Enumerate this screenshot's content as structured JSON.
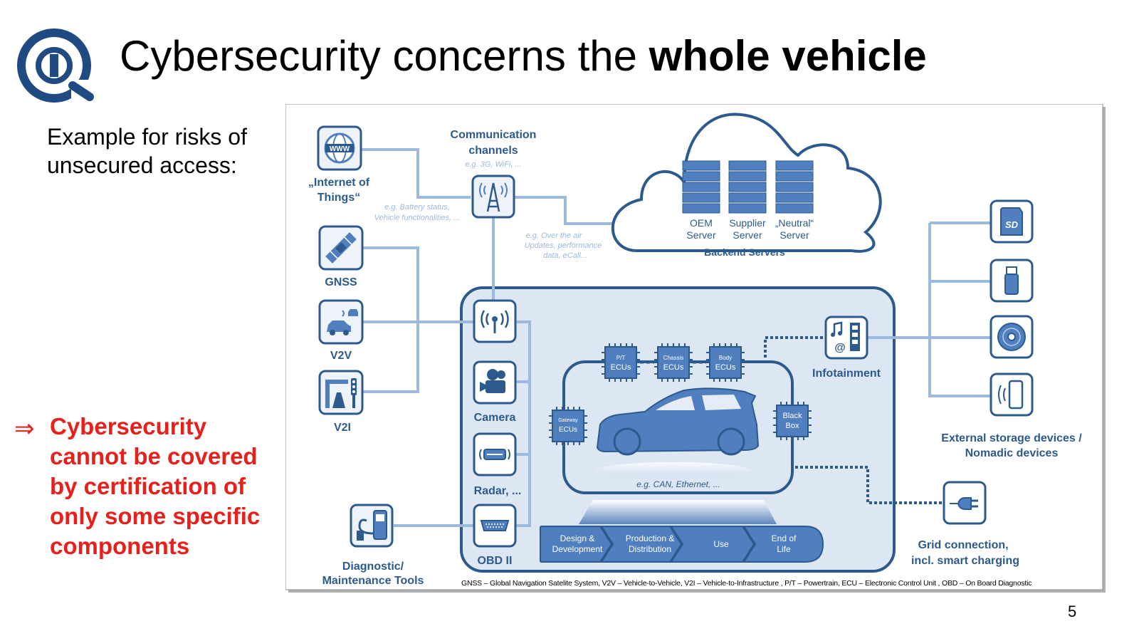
{
  "title": {
    "normal": "Cybersecurity concerns the ",
    "bold": "whole vehicle"
  },
  "intro": "Example for risks of unsecured access:",
  "conclusion": {
    "arrow": "⇒",
    "text": "Cybersecurity cannot be covered by certification of only some specific components"
  },
  "page_number": "5",
  "colors": {
    "dark_blue": "#2d5a8c",
    "mid_blue": "#4f7fbf",
    "line_blue": "#9db9dd",
    "panel_bg": "#dde7f3",
    "conclusion_red": "#e8201c"
  },
  "diagram": {
    "comm": {
      "title_line1": "Communication",
      "title_line2": "channels",
      "example": "e.g. 3G, WiFi, ..."
    },
    "iot": {
      "label_line1": "„Internet of",
      "label_line2": "Things“",
      "icon_text": "WWW",
      "note_line1": "e.g. Battery status,",
      "note_line2": "Vehicle functionalities, ..."
    },
    "ota_note": {
      "line1": "e.g. Over the air",
      "line2": "Updates, performance",
      "line3": "data, eCall..."
    },
    "gnss": "GNSS",
    "v2v": "V2V",
    "v2i": "V2I",
    "backend": {
      "label": "Backend Servers",
      "servers": [
        {
          "line1": "OEM",
          "line2": "Server"
        },
        {
          "line1": "Supplier",
          "line2": "Server"
        },
        {
          "line1": "„Neutral“",
          "line2": "Server"
        }
      ]
    },
    "vehicle": {
      "camera": "Camera",
      "radar": "Radar, ...",
      "obd": "OBD II",
      "infotainment": "Infotainment",
      "bus_note": "e.g. CAN, Ethernet, ...",
      "ecus": {
        "pt": {
          "line1": "P/T",
          "line2": "ECUs"
        },
        "chassis": {
          "line1": "Chassis",
          "line2": "ECUs"
        },
        "body": {
          "line1": "Body",
          "line2": "ECUs"
        },
        "gateway": {
          "line1": "Gateway",
          "line2": "ECUs"
        },
        "blackbox": {
          "line1": "Black",
          "line2": "Box"
        }
      },
      "lifecycle": [
        {
          "line1": "Design &",
          "line2": "Development"
        },
        {
          "line1": "Production &",
          "line2": "Distribution"
        },
        {
          "line1": "Use",
          "line2": ""
        },
        {
          "line1": "End of",
          "line2": "Life"
        }
      ]
    },
    "diag_tools": {
      "line1": "Diagnostic/",
      "line2": "Maintenance Tools"
    },
    "external": {
      "line1": "External storage devices /",
      "line2": "Nomadic devices",
      "sd_text": "SD"
    },
    "grid": {
      "line1": "Grid connection,",
      "line2": "incl. smart charging"
    },
    "footnote": "GNSS – Global Navigation Satelite System, V2V – Vehicle-to-Vehicle, V2I – Vehicle-to-Infrastructure , P/T – Powertrain, ECU – Electronic Control Unit , OBD – On Board Diagnostic"
  }
}
